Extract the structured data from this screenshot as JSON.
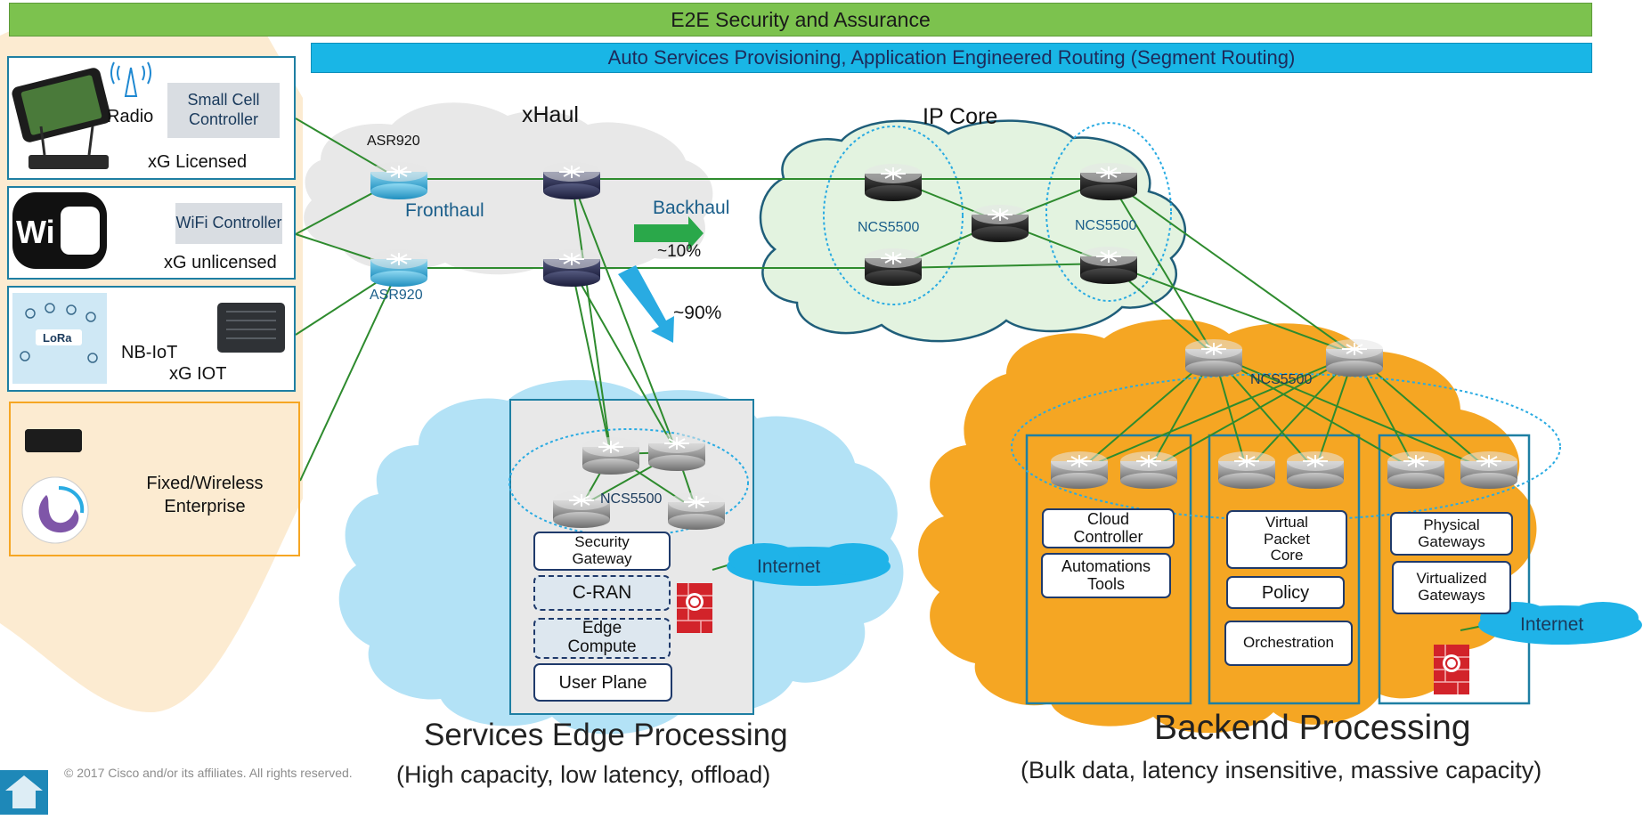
{
  "banners": {
    "security": "E2E Security and Assurance",
    "provisioning": "Auto Services Provisioning, Application Engineered Routing (Segment Routing)"
  },
  "access": {
    "licensed": {
      "radio": "Radio",
      "controller": "Small Cell Controller",
      "title": "xG Licensed",
      "antenna_icon": "antenna-icon"
    },
    "unlicensed": {
      "logo": "Wi Fi",
      "controller": "WiFi Controller",
      "title": "xG unlicensed"
    },
    "iot": {
      "logo": "LoRa",
      "label": "NB-IoT",
      "title": "xG IOT"
    },
    "enterprise": {
      "title": "Fixed/Wireless Enterprise"
    }
  },
  "xhaul": {
    "title": "xHaul",
    "asr_top": "ASR920",
    "asr_bottom": "ASR920",
    "fronthaul": "Fronthaul",
    "backhaul": "Backhaul",
    "pct_backhaul": "~10%",
    "pct_edge": "~90%"
  },
  "core": {
    "title": "IP Core",
    "ncs_left": "NCS5500",
    "ncs_right": "NCS5500"
  },
  "edge": {
    "ncs": "NCS5500",
    "security_gateway": "Security Gateway",
    "cran": "C-RAN",
    "edge_compute": "Edge Compute",
    "user_plane": "User Plane",
    "internet": "Internet",
    "title": "Services Edge Processing",
    "subtitle": "(High capacity, low latency, offload)"
  },
  "backend": {
    "ncs": "NCS5500",
    "cloud_controller": "Cloud Controller",
    "automation_tools": "Automations Tools",
    "vpc": "Virtual Packet Core",
    "policy": "Policy",
    "orchestration": "Orchestration",
    "physical_gateways": "Physical Gateways",
    "virtualized_gateways": "Virtualized Gateways",
    "internet": "Internet",
    "title": "Backend Processing",
    "subtitle": "(Bulk data, latency insensitive, massive capacity)"
  },
  "footer": {
    "copyright": "© 2017  Cisco and/or its affiliates. All rights reserved."
  },
  "colors": {
    "banner_green": "#7cc24e",
    "banner_blue": "#19b6e6",
    "links": "#2e8b2e",
    "xhaul_cloud": "#e8e8e8",
    "core_cloud": "#e3f3e0",
    "edge_cloud": "#b3e2f6",
    "backend_cloud": "#f5a623",
    "access_bg": "#fcebd1",
    "arrow_green": "#2aa84a",
    "arrow_blue": "#29abe2"
  }
}
